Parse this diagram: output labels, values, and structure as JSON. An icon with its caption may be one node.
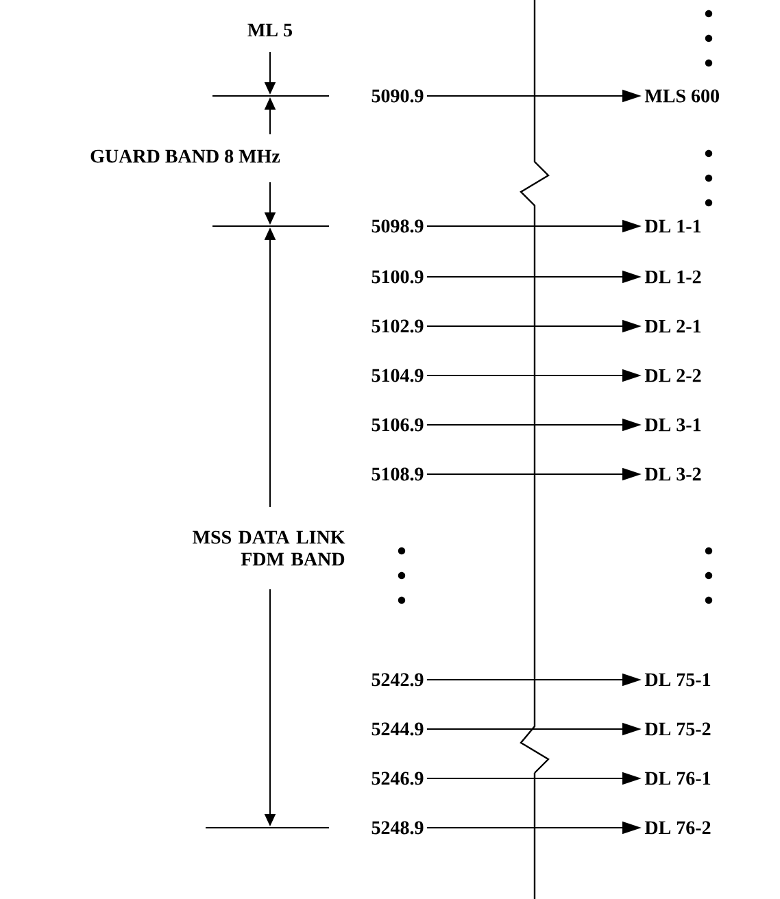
{
  "diagram": {
    "nodes": [
      {
        "text": [
          "5090.9"
        ]
      },
      {
        "text": [
          "MLS 600"
        ]
      },
      {
        "text": [
          "5098.9"
        ]
      },
      {
        "text": [
          "DL 1-1"
        ]
      },
      {
        "text": [
          "5100.9"
        ]
      },
      {
        "text": [
          "DL 1-2"
        ]
      },
      {
        "text": [
          "5102.9"
        ]
      },
      {
        "text": [
          "DL 2-1"
        ]
      },
      {
        "text": [
          "5104.9"
        ]
      },
      {
        "text": [
          "DL 2-2"
        ]
      },
      {
        "text": [
          "5106.9"
        ]
      },
      {
        "text": [
          "DL 3-1"
        ]
      },
      {
        "text": [
          "5108.9"
        ]
      },
      {
        "text": [
          "DL 3-2"
        ]
      },
      {
        "text": [
          "5242.9"
        ]
      },
      {
        "text": [
          "DL 75-1"
        ]
      },
      {
        "text": [
          "5244.9"
        ]
      },
      {
        "text": [
          "DL 75-2"
        ]
      },
      {
        "text": [
          "5246.9"
        ]
      },
      {
        "text": [
          "DL 76-1"
        ]
      },
      {
        "text": [
          "5248.9"
        ]
      },
      {
        "text": [
          "DL 76-2"
        ]
      }
    ],
    "edges": [
      {
        "from": 0,
        "to": 1,
        "arrow": "to"
      },
      {
        "from": 2,
        "to": 3,
        "arrow": "to"
      },
      {
        "from": 4,
        "to": 5,
        "arrow": "to"
      },
      {
        "from": 6,
        "to": 7,
        "arrow": "to"
      },
      {
        "from": 8,
        "to": 9,
        "arrow": "to"
      },
      {
        "from": 10,
        "to": 11,
        "arrow": "to"
      },
      {
        "from": 12,
        "to": 13,
        "arrow": "to"
      },
      {
        "from": 14,
        "to": 15,
        "arrow": "to"
      },
      {
        "from": 16,
        "to": 17,
        "arrow": "to"
      },
      {
        "from": 18,
        "to": 19,
        "arrow": "to"
      },
      {
        "from": 20,
        "to": 21,
        "arrow": "to"
      }
    ],
    "labels": [
      "ML 5",
      "GUARD BAND 8 MHz",
      "MSS DATA LINK FDM BAND"
    ]
  }
}
